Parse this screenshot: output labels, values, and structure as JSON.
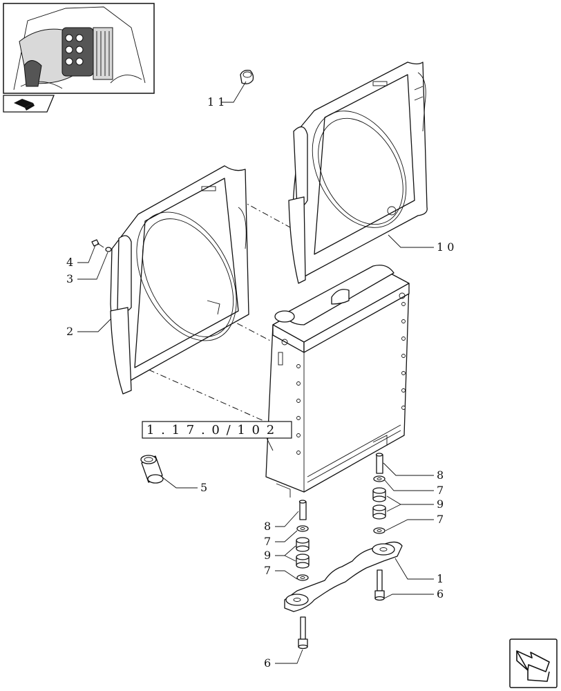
{
  "reference_box": {
    "label": "1 . 1 7 . 0 / 1  0 2"
  },
  "callouts": [
    {
      "id": "c1",
      "text": "1"
    },
    {
      "id": "c2",
      "text": "2"
    },
    {
      "id": "c3",
      "text": "3"
    },
    {
      "id": "c4",
      "text": "4"
    },
    {
      "id": "c5",
      "text": "5"
    },
    {
      "id": "c6a",
      "text": "6"
    },
    {
      "id": "c6b",
      "text": "6"
    },
    {
      "id": "c7a",
      "text": "7"
    },
    {
      "id": "c7b",
      "text": "7"
    },
    {
      "id": "c7c",
      "text": "7"
    },
    {
      "id": "c7d",
      "text": "7"
    },
    {
      "id": "c8a",
      "text": "8"
    },
    {
      "id": "c8b",
      "text": "8"
    },
    {
      "id": "c9a",
      "text": "9"
    },
    {
      "id": "c9b",
      "text": "9"
    },
    {
      "id": "c10",
      "text": "1 0"
    },
    {
      "id": "c11",
      "text": "1 1"
    }
  ],
  "icons": {
    "thumbnail": "tractor-engine-thumbnail-icon",
    "section": "section-book-icon",
    "next": "next-page-arrow-icon"
  }
}
